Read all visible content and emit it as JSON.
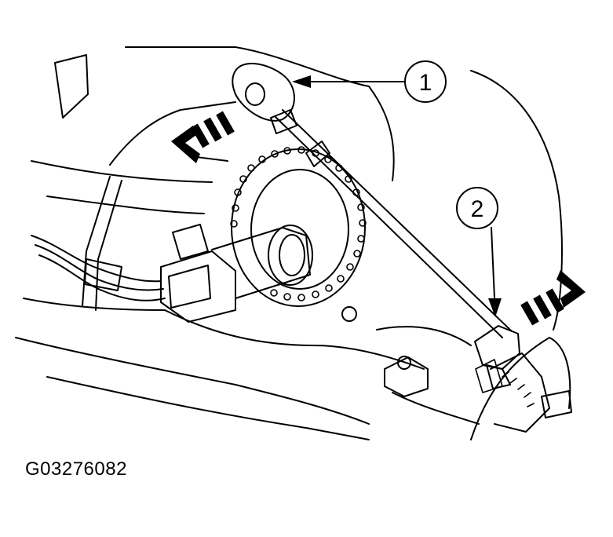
{
  "figure": {
    "code": "G03276082"
  },
  "callouts": [
    {
      "number": "1"
    },
    {
      "number": "2"
    }
  ],
  "colors": {
    "line": "#000000",
    "background": "#ffffff"
  }
}
